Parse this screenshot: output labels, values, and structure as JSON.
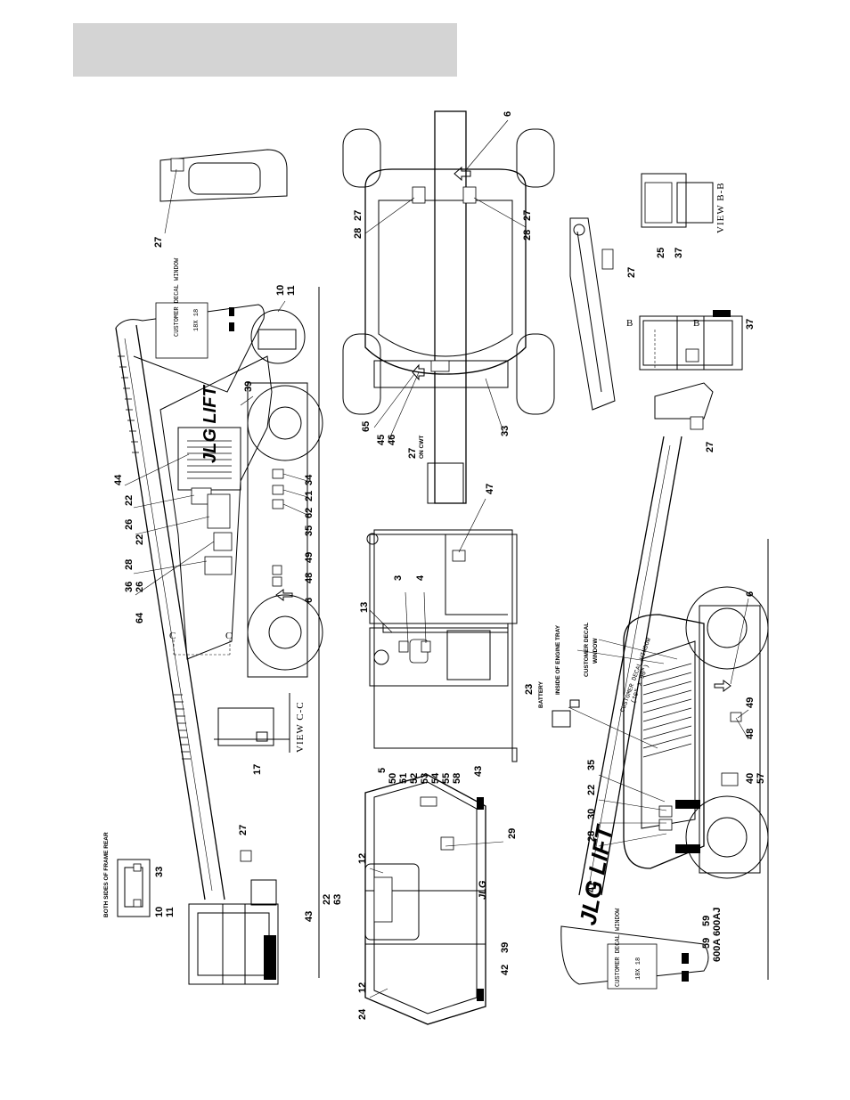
{
  "callouts_top": [
    "27",
    "10",
    "11",
    "39",
    "44",
    "22",
    "26",
    "22",
    "28",
    "36",
    "26",
    "64",
    "34",
    "21",
    "62",
    "35",
    "49",
    "48",
    "6"
  ],
  "callouts_right_top": [
    "6",
    "28",
    "27",
    "27",
    "28",
    "65",
    "46",
    "45",
    "27",
    "33"
  ],
  "callouts_right_mid": [
    "27",
    "25",
    "37",
    "37",
    "27"
  ],
  "callouts_bottom_left": [
    "10",
    "11",
    "33",
    "27",
    "17",
    "43",
    "22",
    "63",
    "12",
    "12",
    "24",
    "39",
    "42",
    "29"
  ],
  "callouts_stack": [
    "5",
    "50",
    "51",
    "52",
    "53",
    "54",
    "55",
    "58"
  ],
  "callouts_engine": [
    "13",
    "3",
    "4",
    "47",
    "43"
  ],
  "callouts_bottom": [
    "6",
    "23",
    "35",
    "22",
    "30",
    "28",
    "41",
    "59",
    "59",
    "40",
    "57",
    "48",
    "49"
  ],
  "notes": {
    "frame_rear": "BOTH SIDES OF FRAME REAR",
    "on_cwt": "ON CWT",
    "battery": "BATTERY",
    "inside_engine_tray": "INSIDE OF ENGINE TRAY",
    "customer_decal_label": "CUSTOMER DECAL",
    "window": "WINDOW",
    "customer_decal_window_boom": "CUSTOMER DECAL WINDOW",
    "boom_window_size": "(10\" X 90\")",
    "customer_decal_window_box": "CUSTOMER DECAL WINDOW",
    "box_size": "18X 18",
    "model_600a": "600A 600AJ"
  },
  "views": {
    "view_cc": "VIEW C-C",
    "view_bb": "VIEW B-B",
    "b": "B",
    "c": "C"
  },
  "brand": "JLG LIFT"
}
